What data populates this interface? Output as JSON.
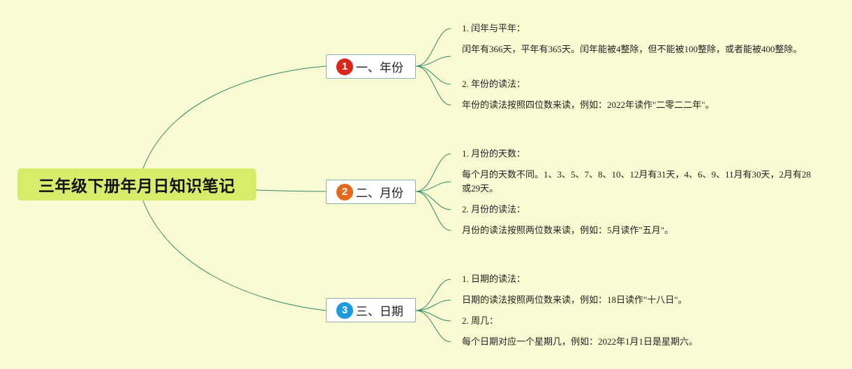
{
  "root": {
    "title": "三年级下册年月日知识笔记"
  },
  "branches": [
    {
      "number": "1",
      "badge_color": "#d9271c",
      "label": "一、年份",
      "leaves": [
        "1. 闰年与平年：",
        "闰年有366天，平年有365天。闰年能被4整除，但不能被100整除，或者能被400整除。",
        "2. 年份的读法：",
        "年份的读法按照四位数来读，例如：2022年读作\"二零二二年\"。"
      ]
    },
    {
      "number": "2",
      "badge_color": "#e36a1c",
      "label": "二、月份",
      "leaves": [
        "1. 月份的天数：",
        "每个月的天数不同。1、3、5、7、8、10、12月有31天，4、6、9、11月有30天，2月有28或29天。",
        "2. 月份的读法：",
        "月份的读法按照两位数来读，例如：5月读作\"五月\"。"
      ]
    },
    {
      "number": "3",
      "badge_color": "#1e9be0",
      "label": "三、日期",
      "leaves": [
        "1. 日期的读法：",
        "日期的读法按照两位数来读，例如：18日读作\"十八日\"。",
        "2. 周几：",
        "每个日期对应一个星期几，例如：2022年1月1日是星期六。"
      ]
    }
  ],
  "colors": {
    "background": "#fafbd2",
    "root_fill": "#d8ec6c",
    "connector": "#2e8b6a",
    "branch_border": "#8ab0b8"
  }
}
